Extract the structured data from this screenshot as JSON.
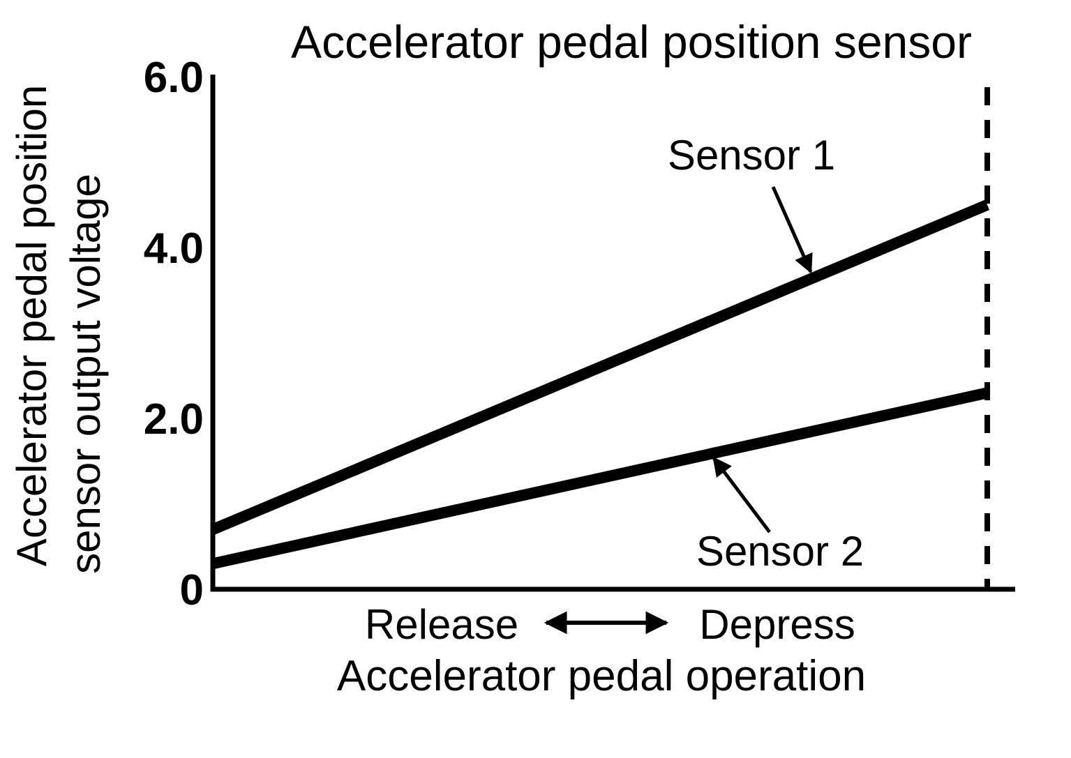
{
  "page": {
    "background_color": "#ffffff",
    "ink_color": "#000000"
  },
  "chart_data": {
    "type": "line",
    "title": "Accelerator pedal position sensor",
    "ylabel": "Accelerator pedal position sensor output voltage",
    "ylabel_lines": [
      "Accelerator pedal position",
      "sensor output voltage"
    ],
    "xlabel": "Accelerator pedal operation",
    "x_axis_direction_labels": {
      "left": "Release",
      "right": "Depress"
    },
    "ylim": [
      0,
      6.0
    ],
    "yticks": [
      {
        "value": 0,
        "label": "0"
      },
      {
        "value": 2.0,
        "label": "2.0"
      },
      {
        "value": 4.0,
        "label": "4.0"
      },
      {
        "value": 6.0,
        "label": "6.0"
      }
    ],
    "grid": false,
    "legend": "none",
    "series": [
      {
        "name": "Sensor 1",
        "values": [
          0.7,
          4.5
        ]
      },
      {
        "name": "Sensor 2",
        "values": [
          0.3,
          2.3
        ]
      }
    ],
    "annotations": {
      "dashed_vertical_line": "at right end of traces (full depression)"
    }
  }
}
